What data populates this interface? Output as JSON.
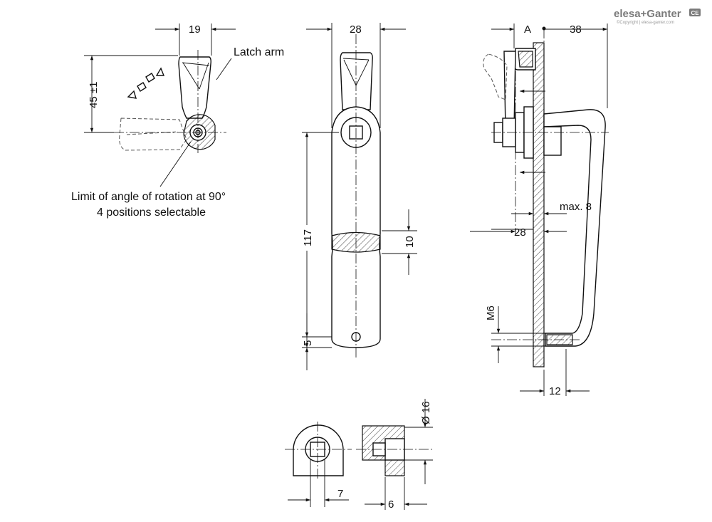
{
  "brand": {
    "name": "elesa+Ganter",
    "copyright": "©Copyright | elesa-ganter.com",
    "badge": "CE"
  },
  "annotations": {
    "latch_arm": "Latch arm",
    "limit_line1": "Limit of angle of rotation at 90°",
    "limit_line2": "4 positions selectable"
  },
  "dimensions": {
    "side_width": "19",
    "side_height": "45 ±1",
    "front_width": "28",
    "front_length": "117",
    "grip_height": "10",
    "bottom_offset": "5",
    "view_label": "A",
    "section_depth": "38",
    "max_panel": "max. 8",
    "panel_offset": "28",
    "thread": "M6",
    "thread_offset": "12",
    "bore_diameter": "Ø 16",
    "flat_offset": "7",
    "bore_depth": "6"
  },
  "colors": {
    "line": "#111111",
    "background": "#ffffff",
    "brand_grey": "#7a7a7a"
  }
}
